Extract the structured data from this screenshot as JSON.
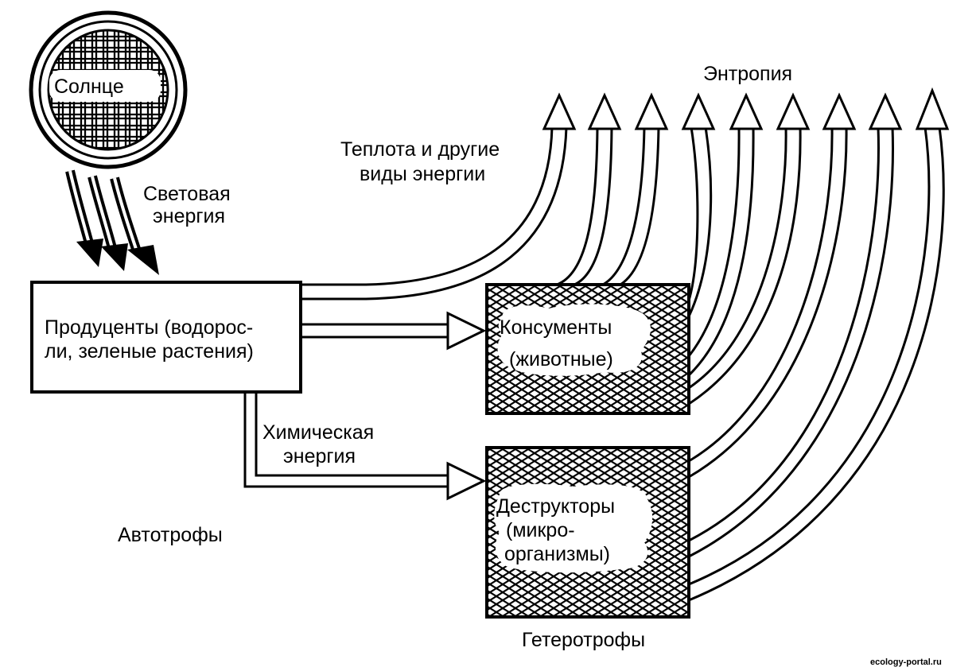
{
  "diagram": {
    "sun": {
      "label": "Солнце"
    },
    "light_energy": {
      "line1": "Световая",
      "line2": "энергия"
    },
    "entropy": {
      "label": "Энтропия"
    },
    "heat": {
      "line1": "Теплота и другие",
      "line2": "виды энергии"
    },
    "producers": {
      "line1": "Продуценты (водорос-",
      "line2": "ли, зеленые растения)"
    },
    "chemical_energy": {
      "line1": "Химическая",
      "line2": "энергия"
    },
    "autotrophs": {
      "label": "Автотрофы"
    },
    "consumers": {
      "line1": "Консументы",
      "line2": "(животные)"
    },
    "decomposers": {
      "line1": "Деструкторы",
      "line2": "(микро-",
      "line3": "организмы)"
    },
    "heterotrophs": {
      "label": "Гетеротрофы"
    },
    "watermark": {
      "label": "ecology-portal.ru"
    }
  }
}
